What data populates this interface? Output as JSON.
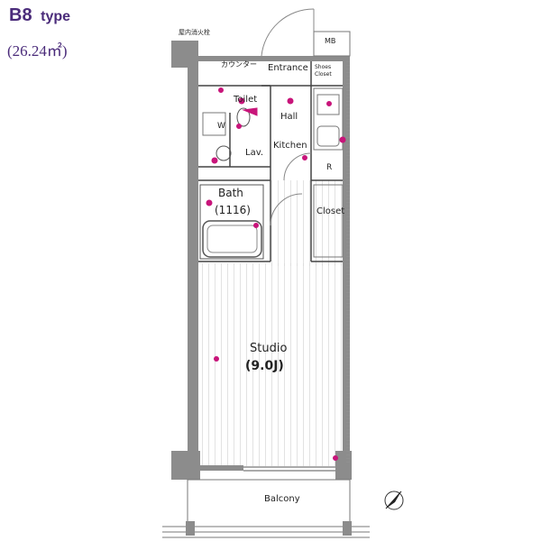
{
  "header": {
    "type_code": "B8",
    "type_word": "type",
    "area": "(26.24㎡)"
  },
  "labels": {
    "entrance_top": "屋内消火栓",
    "mb": "MB",
    "counter": "カウンター",
    "entrance": "Entrance",
    "shoes_closet_1": "Shoes",
    "shoes_closet_2": "Closet",
    "toilet": "Toilet",
    "w": "W",
    "hall": "Hall",
    "kitchen": "Kitchen",
    "lav": "Lav.",
    "r": "R",
    "bath": "Bath",
    "bath_size": "(1116)",
    "closet": "Closet",
    "studio": "Studio",
    "studio_size": "(9.0J)",
    "balcony": "Balcony"
  },
  "colors": {
    "accent": "#c8157a",
    "title": "#4a2b7a",
    "wall": "#8c8c8c"
  }
}
